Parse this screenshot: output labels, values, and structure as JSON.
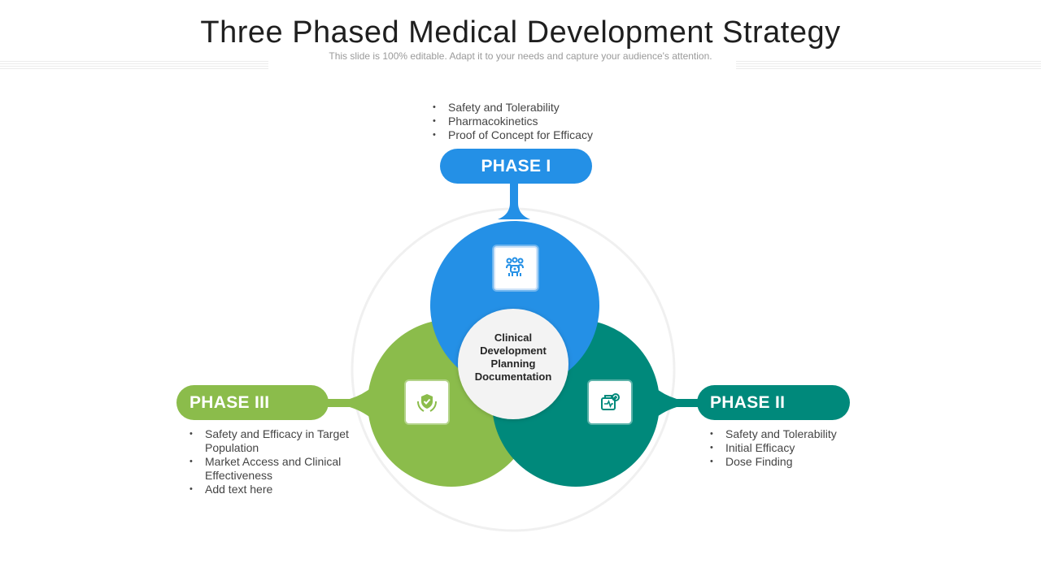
{
  "header": {
    "title": "Three Phased Medical Development Strategy",
    "subtitle": "This slide is 100% editable. Adapt it to your needs and capture your audience's attention."
  },
  "colors": {
    "phase1": "#2490e6",
    "phase2": "#00897b",
    "phase3": "#8bbc4b",
    "center": "#f2f2f2"
  },
  "center": {
    "lines": [
      "Clinical",
      "Development",
      "Planning",
      "Documentation"
    ]
  },
  "phases": {
    "phase1": {
      "label": "PHASE I",
      "icon": "medical-team-icon",
      "bullets": [
        "Safety and Tolerability",
        "Pharmacokinetics",
        "Proof of Concept for Efficacy"
      ]
    },
    "phase2": {
      "label": "PHASE II",
      "icon": "medical-kit-icon",
      "bullets": [
        "Safety and Tolerability",
        "Initial Efficacy",
        "Dose Finding"
      ]
    },
    "phase3": {
      "label": "PHASE III",
      "icon": "shield-hands-icon",
      "bullets": [
        "Safety and Efficacy in Target Population",
        "Market Access and Clinical Effectiveness",
        "Add text here"
      ]
    }
  }
}
